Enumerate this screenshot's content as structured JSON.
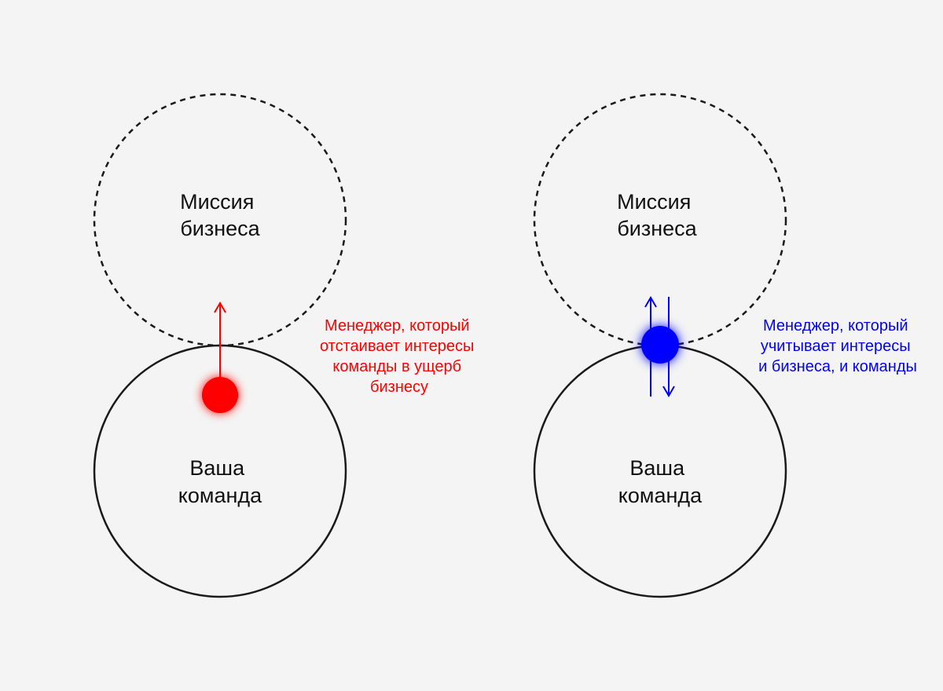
{
  "colors": {
    "background": "#f4f4f4",
    "outline": "#1a1a1a",
    "left_accent": "#ff0000",
    "right_accent": "#0000ff"
  },
  "panels": [
    {
      "business_circle": {
        "label_lines": [
          "Миссия",
          "бизнеса"
        ]
      },
      "team_circle": {
        "label_lines": [
          "Ваша",
          "команда"
        ]
      },
      "caption_lines": [
        "Менеджер, который",
        "отстаивает интересы",
        "команды в ущерб",
        "бизнесу"
      ]
    },
    {
      "business_circle": {
        "label_lines": [
          "Миссия",
          "бизнеса"
        ]
      },
      "team_circle": {
        "label_lines": [
          "Ваша",
          "команда"
        ]
      },
      "caption_lines": [
        "Менеджер, который",
        "учитывает интересы",
        "и бизнеса, и команды"
      ]
    }
  ]
}
